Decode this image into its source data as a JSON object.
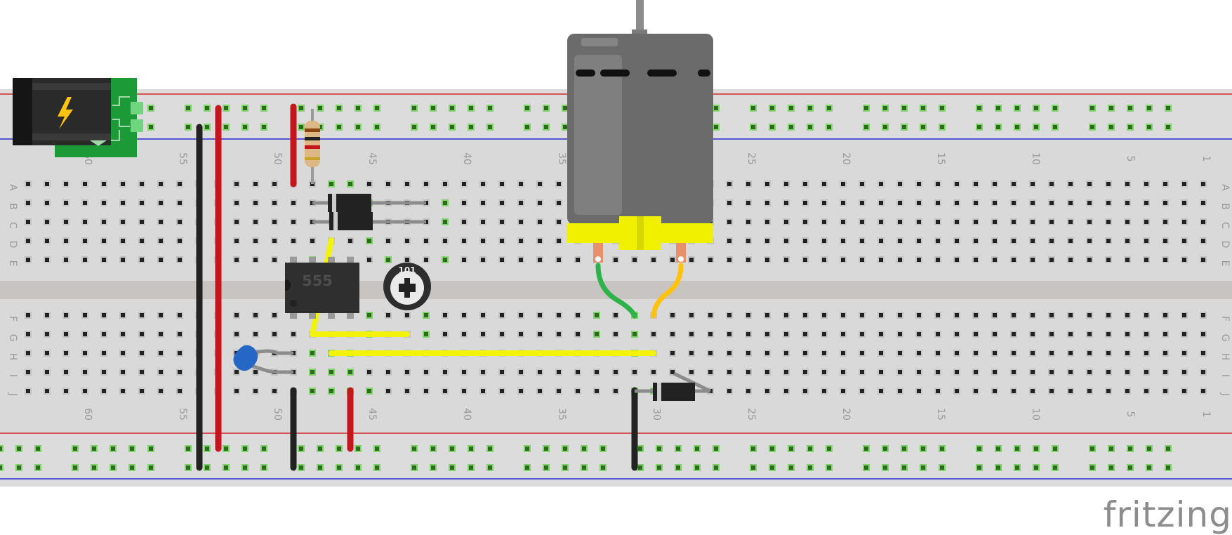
{
  "app": {
    "brand": "fritzing"
  },
  "ic": {
    "label": "555"
  },
  "trimmer": {
    "label": "101"
  },
  "breadboard": {
    "row_letters_top": [
      "A",
      "B",
      "C",
      "D",
      "E"
    ],
    "row_letters_bottom": [
      "F",
      "G",
      "H",
      "I",
      "J"
    ],
    "column_numbers": [
      "1",
      "5",
      "10",
      "15",
      "20",
      "25",
      "30",
      "35",
      "40",
      "45",
      "50",
      "55",
      "60"
    ]
  },
  "colors": {
    "board": "#d9d9d9",
    "channel": "#c7c4c1",
    "rail_red": "#d22b2b",
    "rail_blue": "#2b2bd2",
    "wire_red": "#c4161c",
    "wire_black": "#222222",
    "wire_yellow": "#f2f20a",
    "wire_green": "#2db34a",
    "wire_orange": "#ffc20e",
    "motor_body": "#6b6b6b",
    "motor_base": "#f0f000",
    "barrel_pcb": "#1d9a38"
  }
}
